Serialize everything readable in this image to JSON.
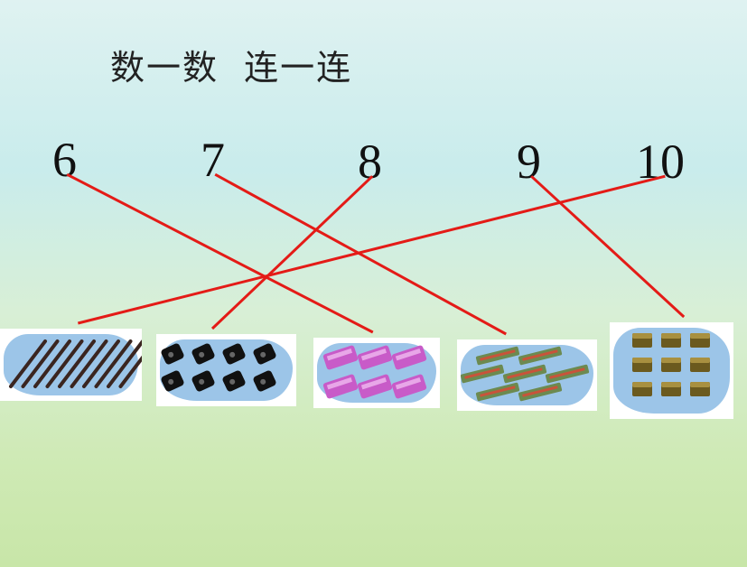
{
  "title": "数一数  连一连",
  "numbers": [
    "6",
    "7",
    "8",
    "9",
    "10"
  ],
  "colors": {
    "line": "#e41b17",
    "sharpener": "#111111",
    "eraser": "#c85bc8",
    "pencil_box": "#6c8a50",
    "cube": "#6b5a1e",
    "stick": "#3a2520",
    "cloud": "#9cc5e8"
  },
  "groups": [
    {
      "name": "sticks",
      "count": 10
    },
    {
      "name": "sharpeners",
      "count": 8
    },
    {
      "name": "erasers",
      "count": 6
    },
    {
      "name": "pencil-boxes",
      "count": 7
    },
    {
      "name": "cubes",
      "count": 9
    }
  ],
  "connections": [
    {
      "number": "6",
      "group": "erasers"
    },
    {
      "number": "7",
      "group": "pencil-boxes"
    },
    {
      "number": "8",
      "group": "sharpeners"
    },
    {
      "number": "9",
      "group": "cubes"
    },
    {
      "number": "10",
      "group": "sticks"
    }
  ]
}
